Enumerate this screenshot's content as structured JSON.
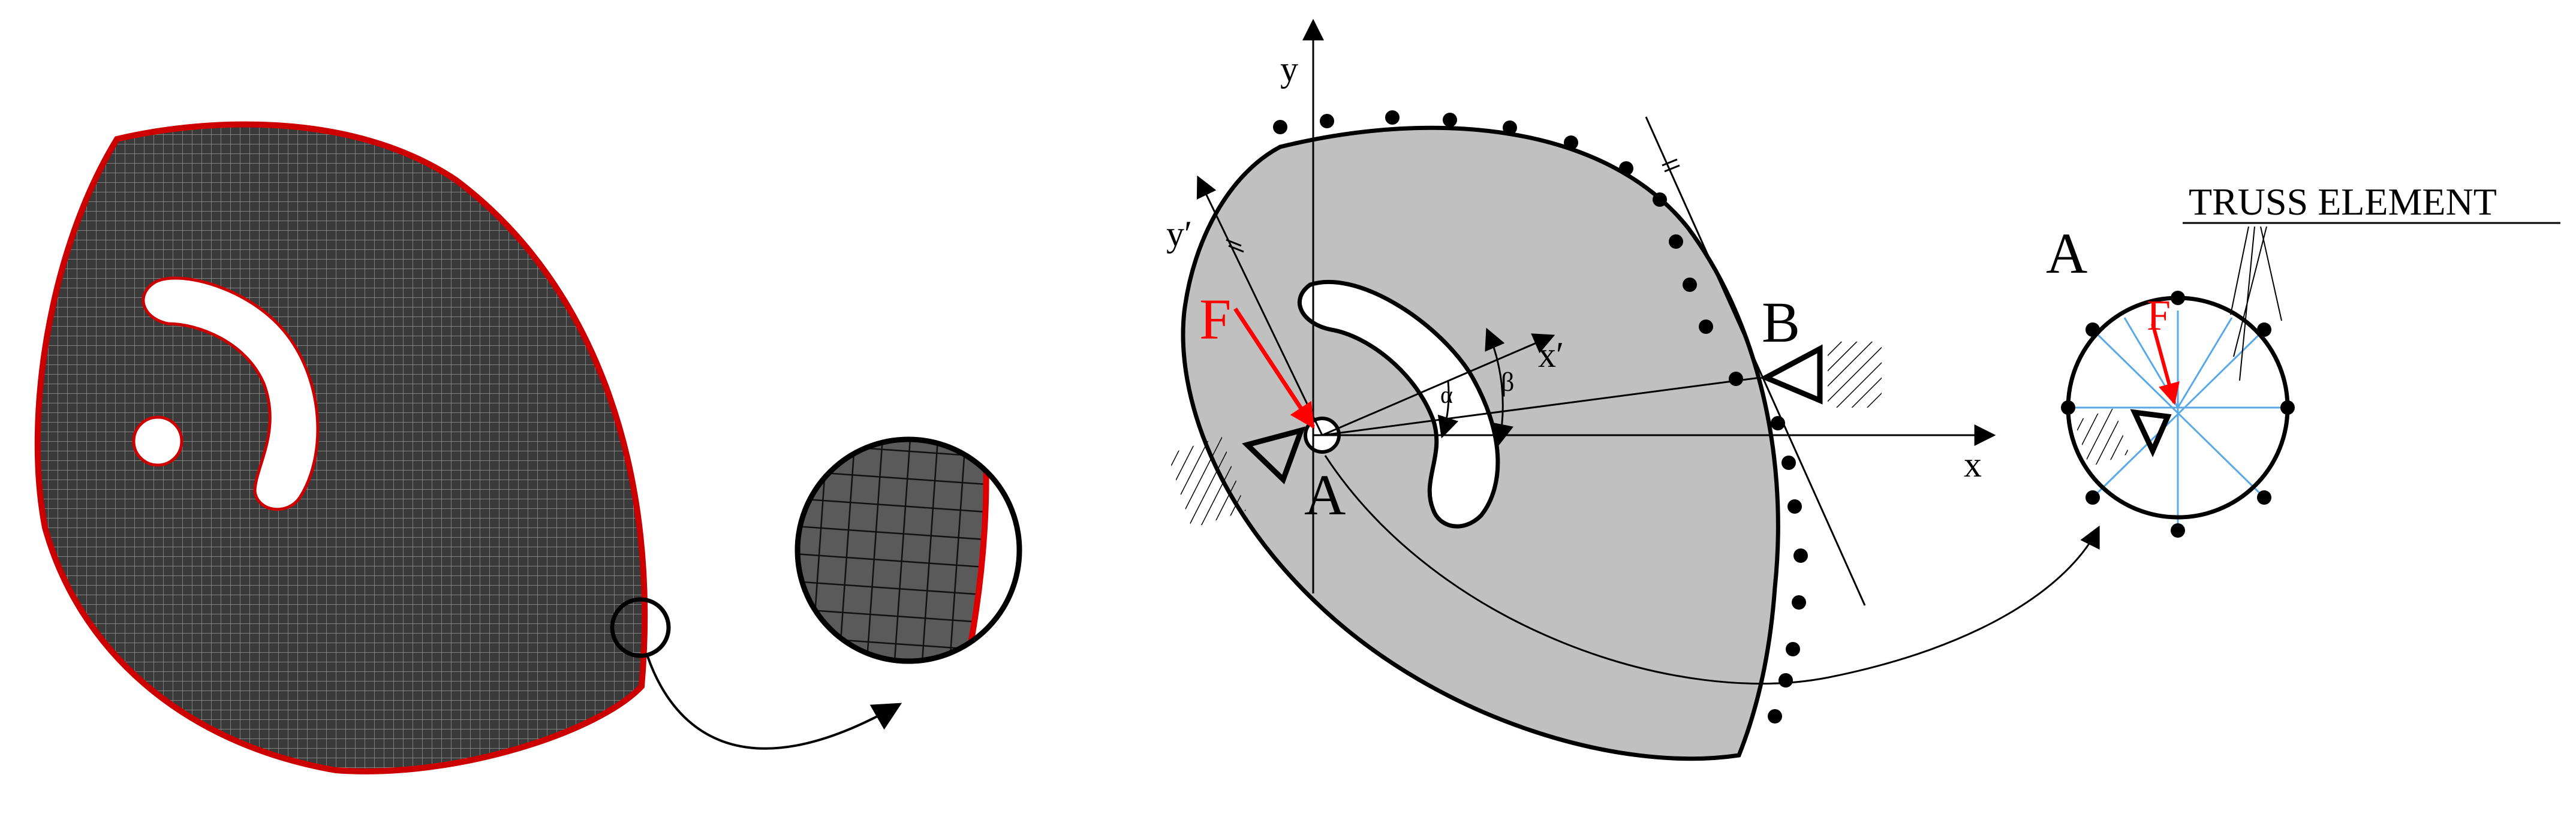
{
  "diagram": {
    "labels": {
      "y_axis": "y",
      "x_axis": "x",
      "y_prime": "y′",
      "x_prime": "x′",
      "force": "F",
      "support_a": "A",
      "support_b": "B",
      "alpha": "α",
      "beta": "β",
      "detail_title": "A",
      "detail_force": "F",
      "truss_element": "TRUSS ELEMENT"
    },
    "colors": {
      "mesh_fill": "#3a3a3a",
      "boundary_red": "#cc0000",
      "plate_fill": "#c0c0c0",
      "force_red": "#ff0000",
      "truss_blue": "#5aa9e6",
      "line": "#000000"
    }
  }
}
